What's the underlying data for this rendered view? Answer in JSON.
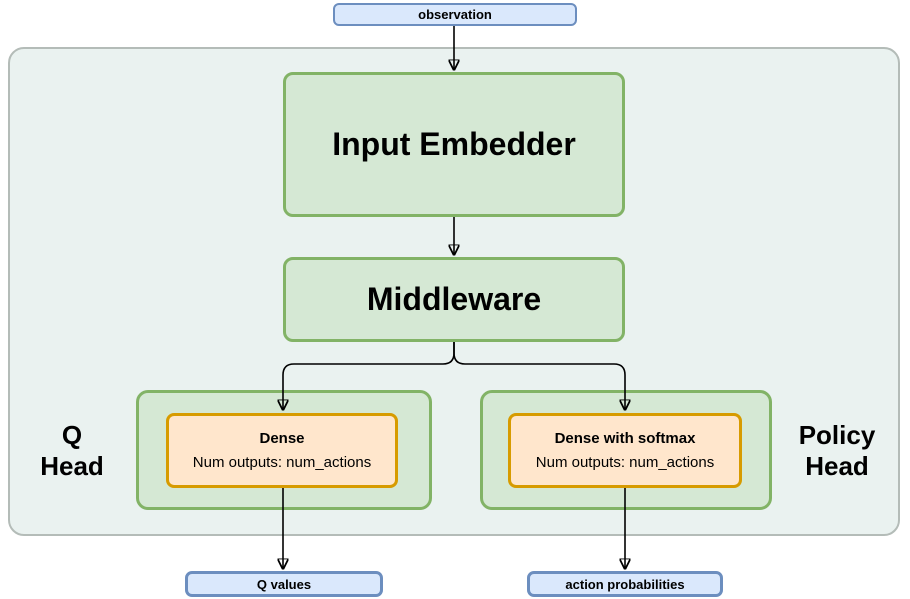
{
  "nodes": {
    "observation": "observation",
    "input_embedder": "Input Embedder",
    "middleware": "Middleware",
    "q_head_label": {
      "line1": "Q",
      "line2": "Head"
    },
    "policy_head_label": {
      "line1": "Policy",
      "line2": "Head"
    },
    "q_dense": {
      "title": "Dense",
      "subtitle": "Num outputs: num_actions"
    },
    "policy_dense": {
      "title": "Dense with softmax",
      "subtitle": "Num outputs: num_actions"
    },
    "q_output": "Q values",
    "policy_output": "action probabilities"
  },
  "colors": {
    "io_fill": "#dae8fc",
    "io_border": "#6c8ebf",
    "green_fill": "#d5e8d4",
    "green_border": "#82b366",
    "orange_fill": "#ffe6cc",
    "orange_border": "#d79b00",
    "canvas_fill": "#eaf2f0",
    "canvas_border": "#b4bcb8",
    "arrow": "#000000",
    "text": "#000000"
  }
}
